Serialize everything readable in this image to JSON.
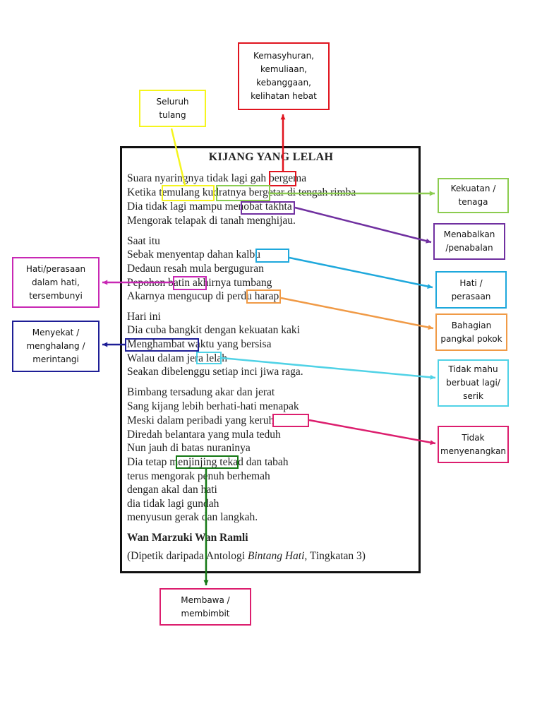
{
  "poem": {
    "title": "KIJANG YANG LELAH",
    "lines": [
      "Suara nyaringnya tidak lagi gah bergema",
      "Ketika temulang kudratnya bergetar di tengah rimba",
      "Dia tidak lagi mampu menobat takhta",
      "Mengorak telapak di tanah menghijau.",
      "Saat itu",
      "Sebak menyentap dahan kalbu",
      "Dedaun resah mula berguguran",
      "Pepohon batin akhirnya tumbang",
      "Akarnya mengucup di perdu harap.",
      "Hari ini",
      "Dia cuba bangkit dengan kekuatan kaki",
      "Menghambat waktu yang bersisa",
      "Walau dalam jera lelah",
      "Seakan dibelenggu setiap inci jiwa raga.",
      "Bimbang tersadung akar dan jerat",
      "Sang kijang lebih berhati-hati menapak",
      "Meski dalam peribadi yang keruh",
      "Diredah belantara yang mula teduh",
      "Nun jauh di batas nuraninya",
      "Dia tetap menjinjing tekad dan tabah",
      "terus mengorak penuh berhemah",
      "dengan akal dan hati",
      "dia tidak lagi gundah",
      "menyusun gerak dan langkah."
    ],
    "author": "Wan Marzuki Wan Ramli",
    "source_prefix": "(Dipetik daripada Antologi ",
    "source_italic": "Bintang Hati",
    "source_suffix": ", Tingkatan 3)"
  },
  "annotations": [
    {
      "word": "gah",
      "meaning": "Kemasyhuran,\nkemuliaan,\nkebanggaan,\nkelihatan hebat",
      "color": "#e0141e"
    },
    {
      "word": "temulang",
      "meaning": "Seluruh\ntulang",
      "color": "#f5f51e"
    },
    {
      "word": "kudratnya",
      "meaning": "Kekuatan /\ntenaga",
      "color": "#8ccc50"
    },
    {
      "word": "menobat",
      "meaning": "Menabalkan\n/penabalan",
      "color": "#7030a0"
    },
    {
      "word": "kalbu",
      "meaning": "Hati /\nperasaan",
      "color": "#1ea8dc"
    },
    {
      "word": "batin",
      "meaning": "Hati/perasaan\ndalam hati,\ntersembunyi",
      "color": "#c828b4"
    },
    {
      "word": "perdu",
      "meaning": "Bahagian\npangkal pokok",
      "color": "#f09a46"
    },
    {
      "word": "Menghambat",
      "meaning": "Menyekat /\nmenghalang /\nmerintangi",
      "color": "#1e1e96"
    },
    {
      "word": "jera",
      "meaning": "Tidak mahu\nberbuat lagi/\nserik",
      "color": "#50d2e6"
    },
    {
      "word": "keruh",
      "meaning": "Tidak\nmenyenangkan",
      "color": "#dc1e6e"
    },
    {
      "word": "menjinjing",
      "meaning": "Membawa /\nmembimbit",
      "color": "#147814"
    }
  ],
  "membawa_box_color": "#dc1e6e"
}
